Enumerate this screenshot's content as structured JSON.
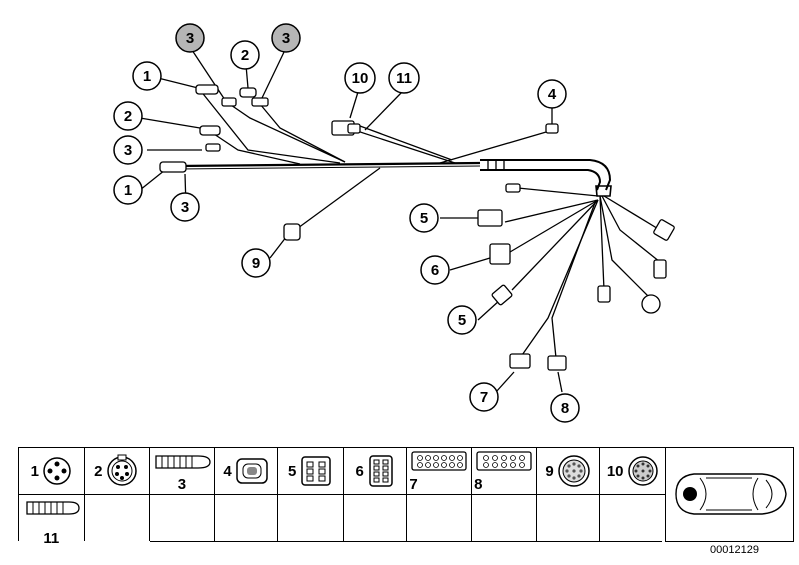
{
  "callouts": {
    "c3_top_left": "3",
    "c2_top": "2",
    "c3_top_right": "3",
    "c1_upper": "1",
    "c10": "10",
    "c11": "11",
    "c4": "4",
    "c2_left": "2",
    "c3_left": "3",
    "c1_lower": "1",
    "c3_lower": "3",
    "c5_upper": "5",
    "c6": "6",
    "c9": "9",
    "c5_lower": "5",
    "c7": "7",
    "c8": "8"
  },
  "legend": {
    "items": [
      {
        "number": "1",
        "icon": "round-4-pin-connector-icon"
      },
      {
        "number": "2",
        "icon": "round-6-pin-connector-icon"
      },
      {
        "number": "3",
        "icon": "rubber-grommet-icon"
      },
      {
        "number": "4",
        "icon": "2-pin-flat-connector-icon"
      },
      {
        "number": "5",
        "icon": "6-pin-connector-icon"
      },
      {
        "number": "6",
        "icon": "8-pin-connector-icon"
      },
      {
        "number": "7",
        "icon": "12-pin-flat-connector-icon"
      },
      {
        "number": "8",
        "icon": "10-pin-flat-connector-icon"
      },
      {
        "number": "9",
        "icon": "round-multi-pin-connector-icon"
      },
      {
        "number": "10",
        "icon": "round-multi-pin-connector-large-icon"
      },
      {
        "number": "11",
        "icon": "long-grommet-icon"
      }
    ],
    "vehicle_icon": "car-top-view-icon"
  },
  "doc_number": "00012129"
}
